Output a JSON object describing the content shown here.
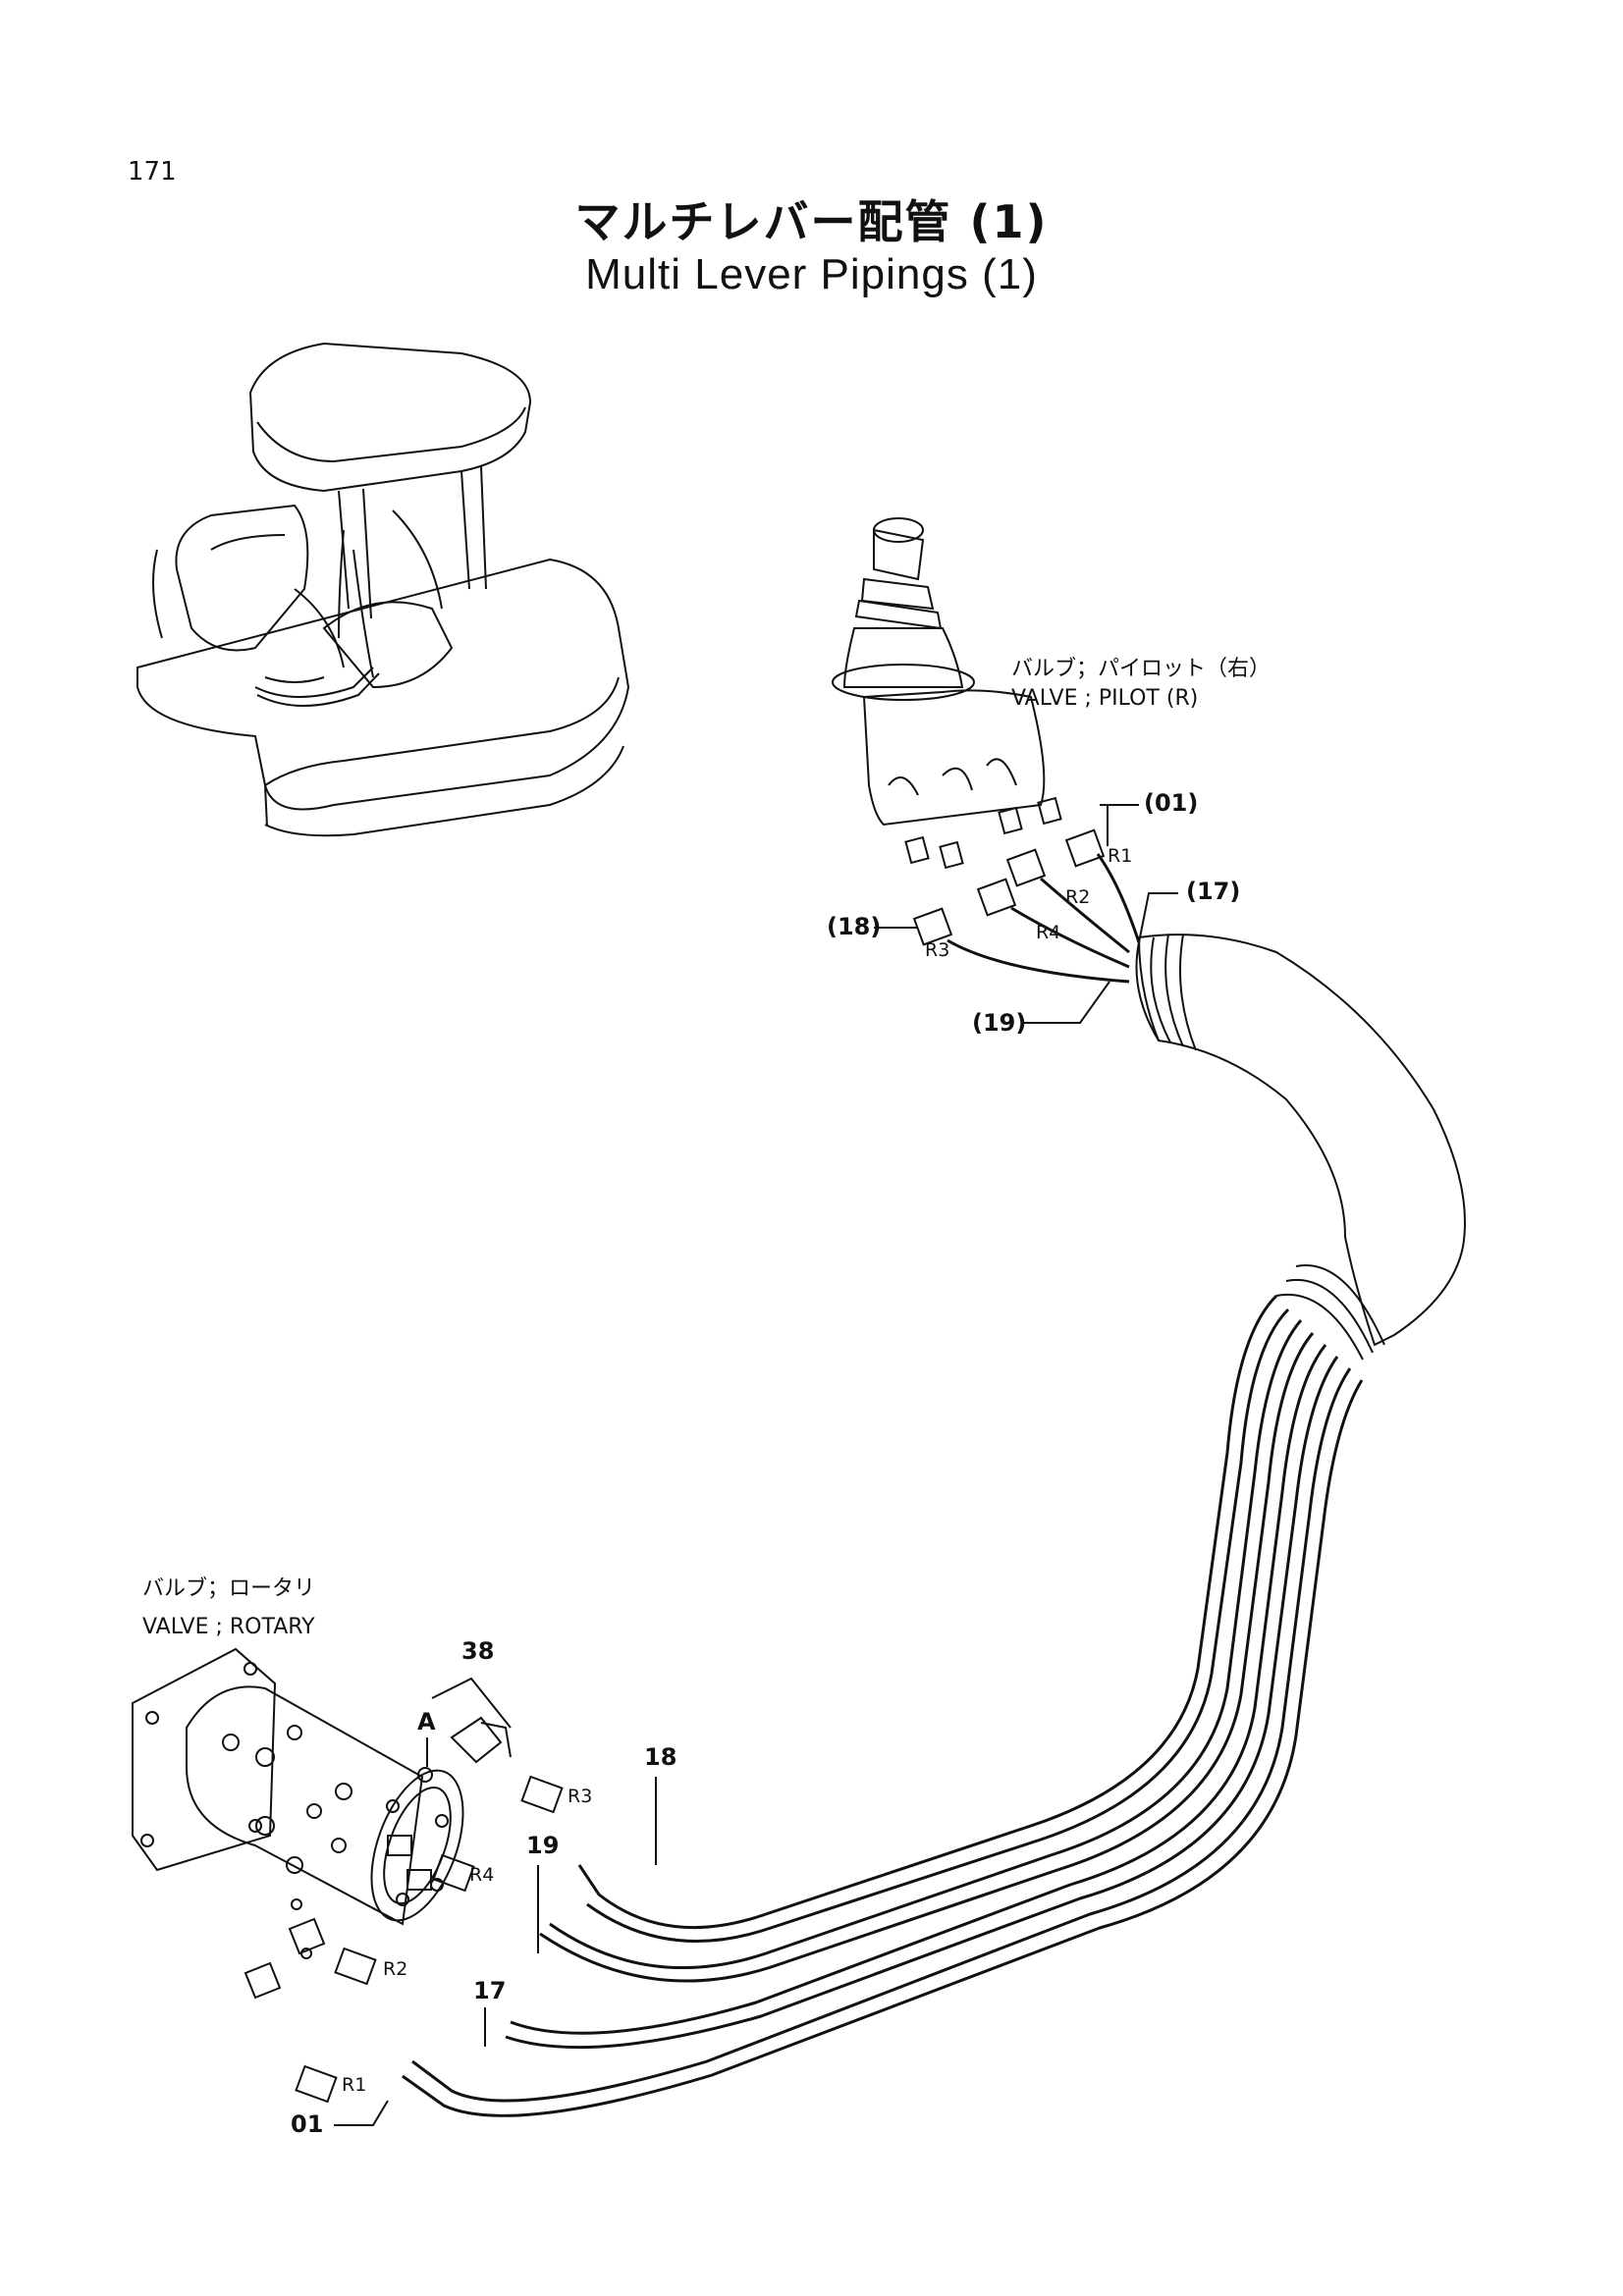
{
  "header": {
    "page_number": "171",
    "title_jp": "マルチレバー配管 (1)",
    "title_en": "Multi Lever Pipings (1)"
  },
  "labels": {
    "pilot_valve_jp": "バルブ；パイロット（右）",
    "pilot_valve_en": "VALVE ; PILOT (R)",
    "rotary_valve_jp": "バルブ；ロータリ",
    "rotary_valve_en": "VALVE ; ROTARY"
  },
  "callouts": {
    "p01_top": "(01)",
    "p17_top": "(17)",
    "p18_top": "(18)",
    "p19_top": "(19)",
    "p38": "38",
    "pA": "A",
    "p18": "18",
    "p19": "19",
    "p17": "17",
    "p01": "01"
  },
  "ports": {
    "r1_top": "R1",
    "r2_top": "R2",
    "r3_top": "R3",
    "r4_top": "R4",
    "r1_bottom": "R1",
    "r2_bottom": "R2",
    "r3_bottom": "R3",
    "r4_bottom": "R4"
  }
}
